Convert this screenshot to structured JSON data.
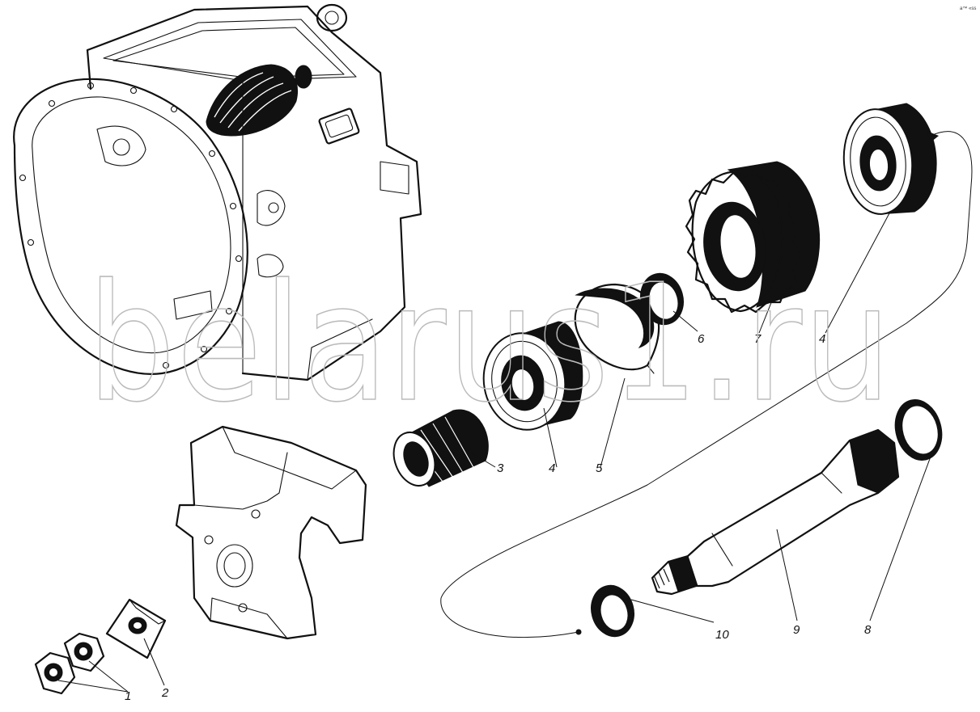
{
  "watermark": "belarus1.ru",
  "corner_mark": "a™ «ss",
  "callouts": {
    "c1": "1",
    "c2": "2",
    "c3": "3",
    "c4a": "4",
    "c5": "5",
    "c6": "6",
    "c7": "7",
    "c4b": "4",
    "c8": "8",
    "c9": "9",
    "c10": "10"
  }
}
